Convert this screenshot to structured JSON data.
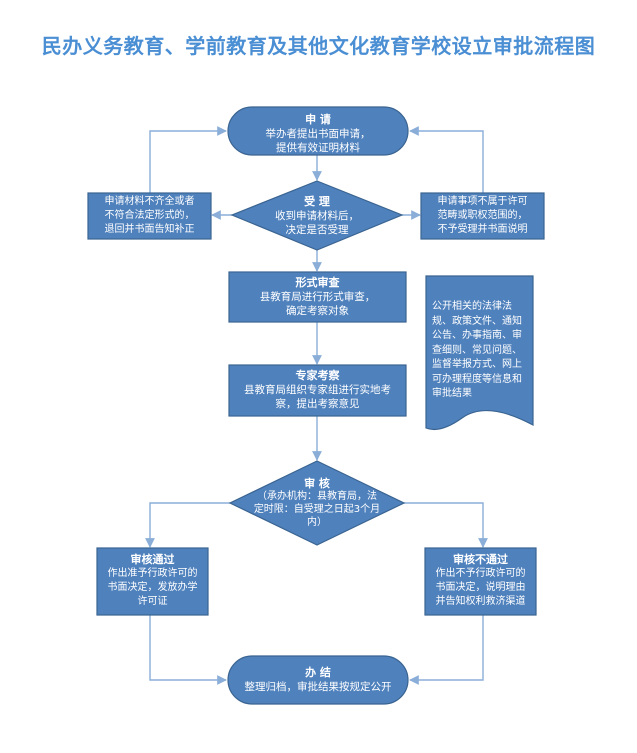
{
  "title": "民办义务教育、学前教育及其他文化教育学校设立审批流程图",
  "colors": {
    "fill": "#4f81bd",
    "stroke": "#3a6491",
    "arrow": "#8aaed8",
    "title": "#4a8ed4"
  },
  "nodes": {
    "apply": {
      "heading": "申 请",
      "lines": [
        "举办者提出书面申请，",
        "提供有效证明材料"
      ]
    },
    "accept": {
      "heading": "受 理",
      "lines": [
        "收到申请材料后，",
        "决定是否受理"
      ]
    },
    "incomplete": {
      "lines": [
        "申请材料不齐全或者",
        "不符合法定形式的，",
        "退回并书面告知补正"
      ]
    },
    "outscope": {
      "lines": [
        "申请事项不属于许可",
        "范畴或职权范围的，",
        "不予受理并书面说明"
      ]
    },
    "formal_review": {
      "heading": "形式审查",
      "lines": [
        "县教育局进行形式审查，",
        "确定考察对象"
      ]
    },
    "expert_inspection": {
      "heading": "专家考察",
      "lines": [
        "县教育局组织专家组进行实地考",
        "察，提出考察意见"
      ]
    },
    "review": {
      "heading": "审 核",
      "lines": [
        "（承办机构：县教育局，法",
        "定时限：自受理之日起3个月",
        "内）"
      ]
    },
    "approved": {
      "heading": "审核通过",
      "lines": [
        "作出准予行政许可的",
        "书面决定，发放办学",
        "许可证"
      ]
    },
    "rejected": {
      "heading": "审核不通过",
      "lines": [
        "作出不予行政许可的",
        "书面决定，说明理由",
        "并告知权利救济渠道"
      ]
    },
    "conclude": {
      "heading": "办 结",
      "lines": [
        "整理归档，审批结果按规定公开"
      ]
    },
    "disclosure": {
      "lines": [
        "公开相关的法律法",
        "规、政策文件、通知",
        "公告、办事指南、审",
        "查细则、常见问题、",
        "监督举报方式、网上",
        "可办理程度等信息和",
        "审批结果"
      ]
    }
  }
}
